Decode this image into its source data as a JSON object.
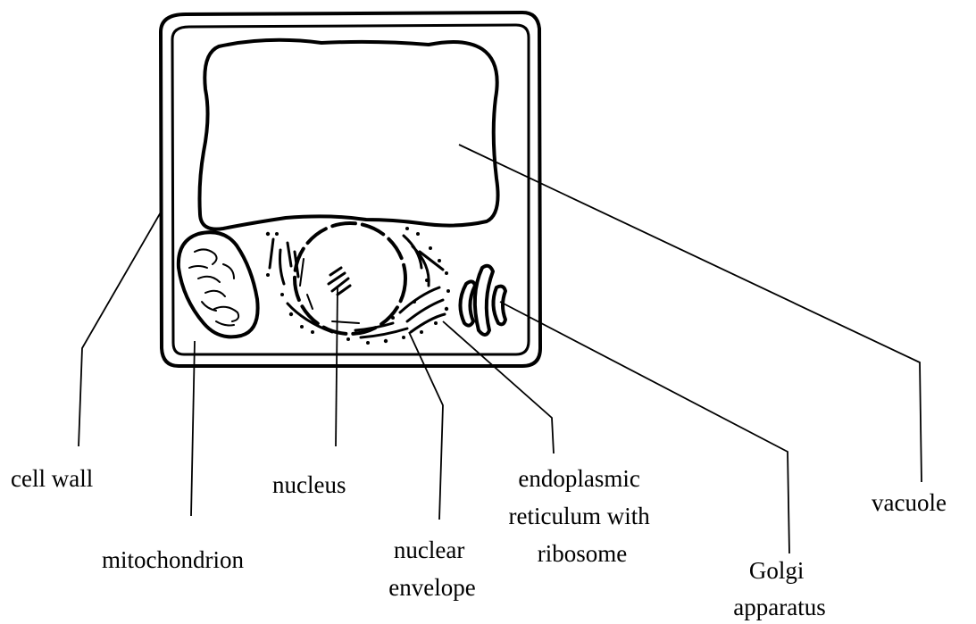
{
  "labels": {
    "cell_wall": "cell wall",
    "mitochondrion": "mitochondrion",
    "nucleus": "nucleus",
    "nuclear_envelope": [
      "nuclear",
      "envelope"
    ],
    "endoplasmic_reticulum": [
      "endoplasmic",
      "reticulum with",
      "ribosome"
    ],
    "golgi": [
      "Golgi",
      "apparatus"
    ],
    "vacuole": "vacuole"
  }
}
